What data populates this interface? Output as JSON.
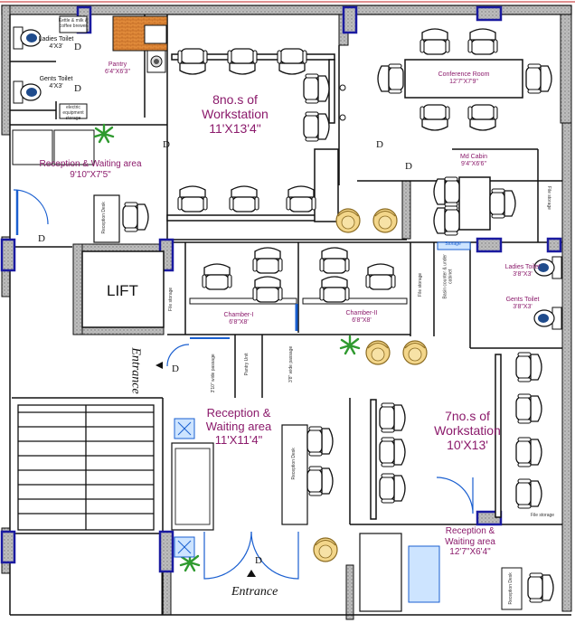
{
  "rooms": {
    "ladies_toilet_top": {
      "name": "Ladies Toilet",
      "size": "4'X3'"
    },
    "gents_toilet_top": {
      "name": "Gents Toilet",
      "size": "4'X3'"
    },
    "pantry": {
      "name": "Pantry",
      "size": "6'4\"X6'3\""
    },
    "workstation_8": {
      "name": "8no.s of Workstation",
      "size": "11'X13'4\""
    },
    "conference_room": {
      "name": "Conference Room",
      "size": "12'7\"X7'9\""
    },
    "reception_top": {
      "name": "Reception & Waiting area",
      "size": "9'10\"X7'5\""
    },
    "md_cabin": {
      "name": "Md Cabin",
      "size": "9'4\"X6'6\""
    },
    "chamber_1": {
      "name": "Chamber-I",
      "size": "6'8\"X8'"
    },
    "chamber_2": {
      "name": "Chamber-II",
      "size": "6'8\"X8'"
    },
    "ladies_toilet_right": {
      "name": "Ladies Toilet",
      "size": "3'8\"X3'"
    },
    "gents_toilet_right": {
      "name": "Gents Toilet",
      "size": "3'8\"X3'"
    },
    "reception_mid": {
      "name": "Reception & Waiting area",
      "size": "11'X11'4\""
    },
    "workstation_7": {
      "name": "7no.s of Workstation",
      "size": "10'X13'"
    },
    "reception_bottom": {
      "name": "Reception & Waiting area",
      "size": "12'7\"X6'4\""
    }
  },
  "small_labels": {
    "lift": "LIFT",
    "entrance_side": "Entrance",
    "entrance_bottom": "Entrance",
    "door": "D",
    "file_storage": "File storage",
    "storage": "Storage",
    "pantry_unit": "Pantry Unit",
    "passage_1": "3'10\" wide passage",
    "passage_2": "3'8\" wide passage",
    "reception_desk": "Reception Desk",
    "basin_counter": "Basin counter & under cabinet",
    "pantry_note": "Kettle & milk & coffee brewer",
    "electric_note": "electric equipment storage"
  }
}
